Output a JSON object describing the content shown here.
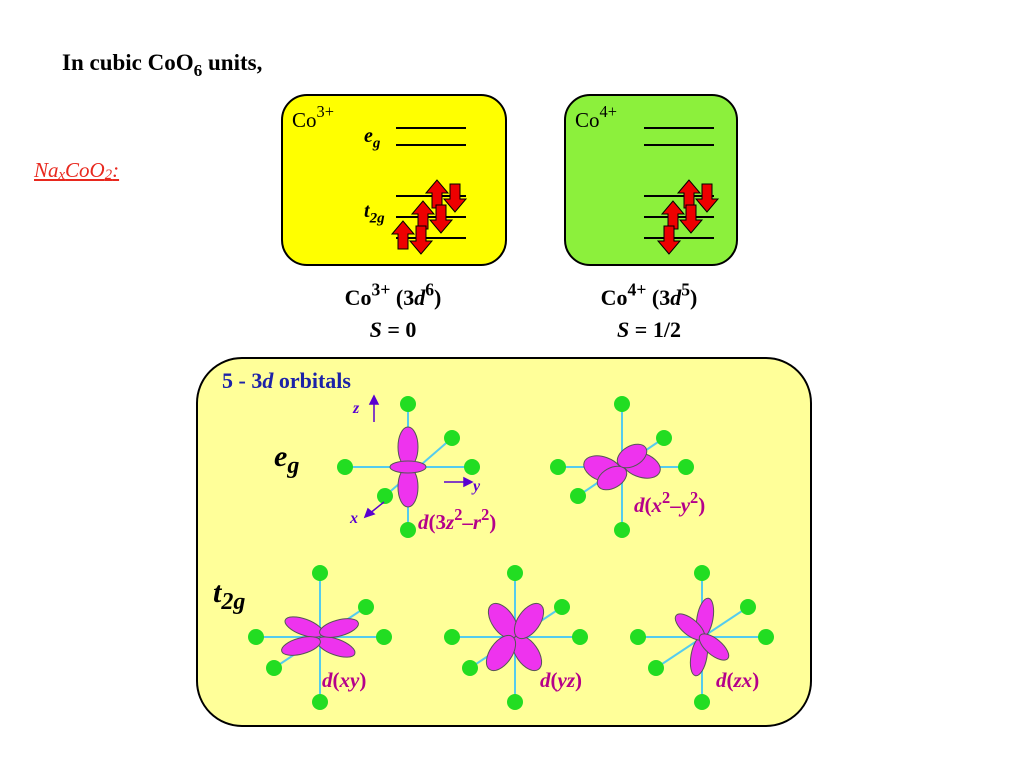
{
  "heading": {
    "prefix": "In cubic CoO",
    "sub": "6",
    "suffix": " units,"
  },
  "formula_link": {
    "a": "Na",
    "b": "x",
    "c": "CoO",
    "d": "2",
    "e": ":"
  },
  "co3_box": {
    "ion": "Co",
    "charge": "3+",
    "eg": {
      "letter": "e",
      "sub": "g"
    },
    "t2g": {
      "letter": "t",
      "sub": "2g"
    }
  },
  "co4_box": {
    "ion": "Co",
    "charge": "4+"
  },
  "co3_caption": {
    "ion": "Co",
    "charge": "3+",
    "config_open": " (3",
    "d": "d",
    "count": "6",
    "config_close": ")",
    "s_symbol": "S",
    "s_value": " = 0"
  },
  "co4_caption": {
    "ion": "Co",
    "charge": "4+",
    "config_open": " (3",
    "d": "d",
    "count": "5",
    "config_close": ")",
    "s_symbol": "S",
    "s_value": " = 1/2"
  },
  "orbitals": {
    "heading": {
      "a": "5 - 3",
      "d": "d",
      "b": " orbitals"
    },
    "eg_label": {
      "letter": "e",
      "sub": "g"
    },
    "t2g_label": {
      "letter": "t",
      "sub": "2g"
    },
    "axes": {
      "x": "x",
      "y": "y",
      "z": "z"
    },
    "z2": {
      "d": "d",
      "open": "(3",
      "z": "z",
      "sup1": "2",
      "minus": "–",
      "r": "r",
      "sup2": "2",
      "close": ")"
    },
    "x2y2": {
      "d": "d",
      "open": "(",
      "x": "x",
      "sup1": "2",
      "minus": "–",
      "y": "y",
      "sup2": "2",
      "close": ")"
    },
    "xy": {
      "d": "d",
      "open": "(",
      "v": "xy",
      "close": ")"
    },
    "yz": {
      "d": "d",
      "open": "(",
      "v": "yz",
      "close": ")"
    },
    "zx": {
      "d": "d",
      "open": "(",
      "v": "zx",
      "close": ")"
    }
  },
  "colors": {
    "co3_fill": "#ffff00",
    "co4_fill": "#8cf03c",
    "panel_fill": "#ffff99",
    "arrow": "#ee0000",
    "lobe": "#ee33ee",
    "atom": "#22dd22",
    "axis_line": "#55ccee",
    "label_magenta": "#b5008a",
    "heading_blue": "#1c22a8",
    "link_red": "#e8281e"
  }
}
